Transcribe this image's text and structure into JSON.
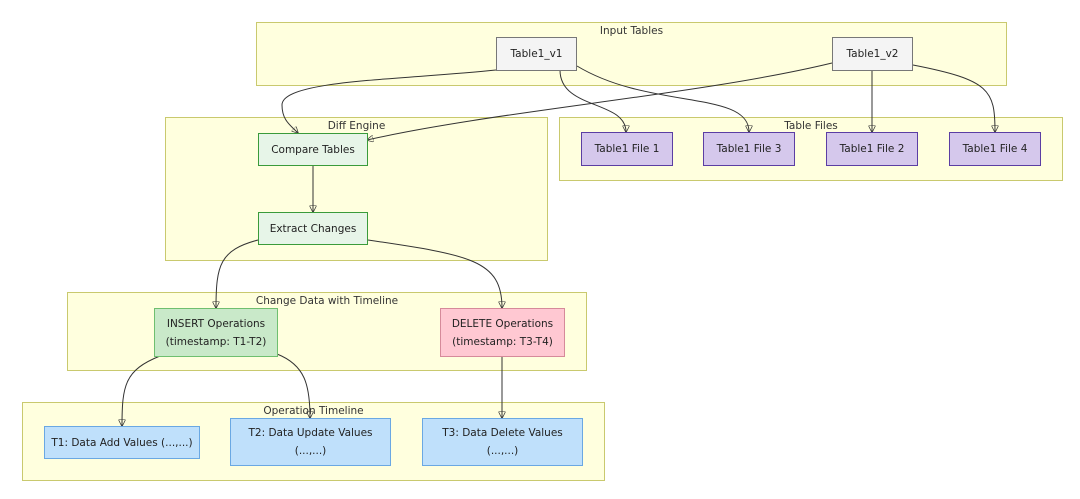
{
  "clusters": {
    "input_tables": "Input Tables",
    "diff_engine": "Diff Engine",
    "table_files": "Table Files",
    "change_data": "Change Data with Timeline",
    "operation_timeline": "Operation Timeline"
  },
  "nodes": {
    "table1_v1": "Table1_v1",
    "table1_v2": "Table1_v2",
    "compare_tables": "Compare Tables",
    "extract_changes": "Extract Changes",
    "file1": "Table1 File 1",
    "file3": "Table1 File 3",
    "file2": "Table1 File 2",
    "file4": "Table1 File 4",
    "insert_ops": {
      "line1": "INSERT Operations",
      "line2": "(timestamp: T1-T2)"
    },
    "delete_ops": {
      "line1": "DELETE Operations",
      "line2": "(timestamp: T3-T4)"
    },
    "t1": "T1: Data Add Values (...,...)",
    "t2": {
      "line1": "T2: Data Update Values",
      "line2": "(...,...)"
    },
    "t3": {
      "line1": "T3: Data Delete Values",
      "line2": "(...,...)"
    }
  }
}
